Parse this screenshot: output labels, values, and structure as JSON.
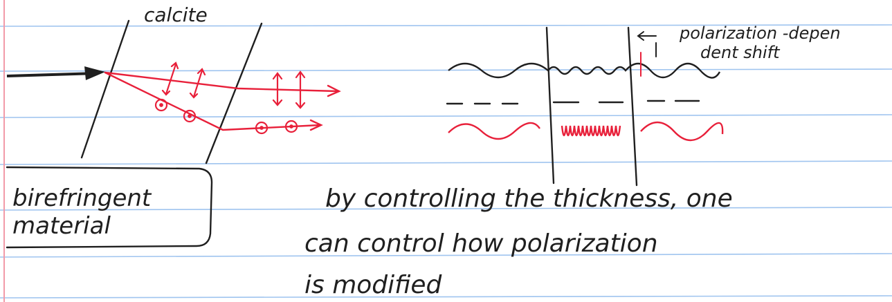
{
  "labels": {
    "calcite": "calcite",
    "shift_line1": "polarization -depen",
    "shift_line2": "dent shift",
    "material_line1": "birefringent",
    "material_line2": "material",
    "note_line1": "by controlling the thickness, one",
    "note_line2": "can control how polarization",
    "note_line3": "is modified"
  },
  "colors": {
    "ink": "#1f1f1f",
    "red_ink": "#e8203a",
    "rule_line": "#9fc4ef",
    "margin_line": "#f29aa8"
  }
}
